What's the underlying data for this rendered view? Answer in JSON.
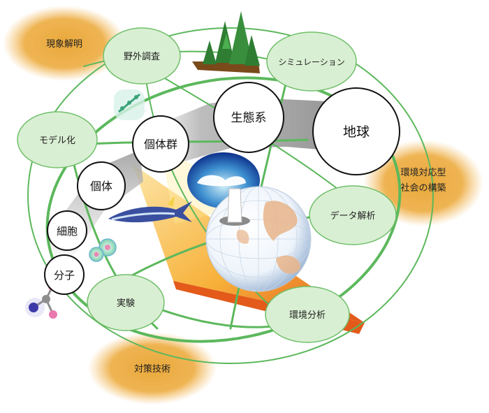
{
  "goals": {
    "phenomena": "現象解明",
    "society_line1": "環境対応型",
    "society_line2": "社会の構築",
    "countermeasure": "対策技術"
  },
  "methods": {
    "field": "野外調査",
    "simulation": "シミュレーション",
    "modeling": "モデル化",
    "data_analysis": "データ解析",
    "experiment": "実験",
    "env_analysis": "環境分析"
  },
  "scales": {
    "molecule": "分子",
    "cell": "細胞",
    "individual": "個体",
    "population": "個体群",
    "ecosystem": "生態系",
    "earth": "地球"
  },
  "colors": {
    "glow": "#e9a83a",
    "method_fill": "#d9efd3",
    "method_stroke": "#6fbf6a",
    "ring": "#5cb85c",
    "band": "#a9a9a9",
    "triangle": "#f08a1c"
  }
}
